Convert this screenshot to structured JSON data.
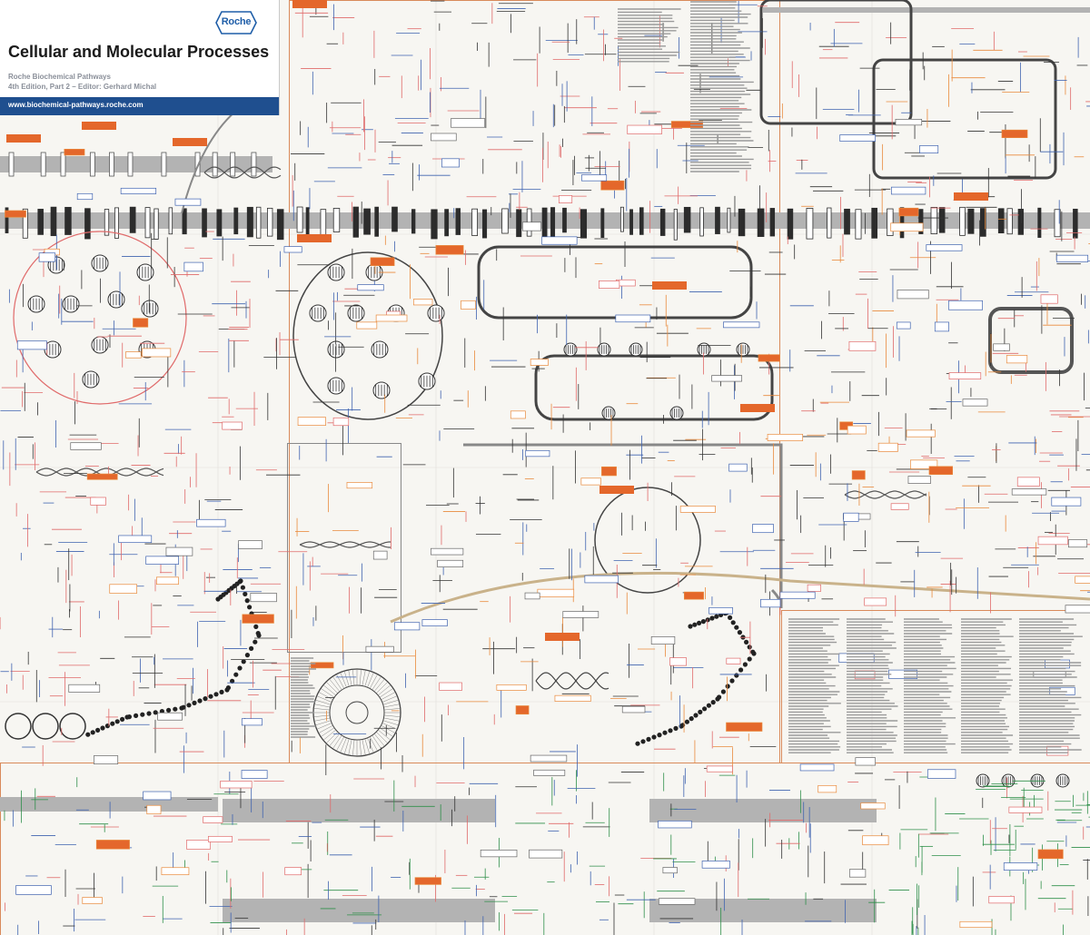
{
  "header": {
    "logo_text": "Roche",
    "title": "Cellular and Molecular Processes",
    "subtitle_line1": "Roche Biochemical Pathways",
    "subtitle_line2": "4th Edition, Part 2 – Editor: Gerhard Michal",
    "url": "www.biochemical-pathways.roche.com"
  },
  "colors": {
    "brand_blue": "#1f4f8f",
    "membrane_gray": "#b3b3b3",
    "pathway_red": "#e06a6a",
    "pathway_orange": "#e98a3c",
    "pathway_blue": "#3f63b0",
    "pathway_green": "#2f8f4a",
    "pathway_tan": "#c9b28a",
    "ink_dark": "#333333"
  }
}
